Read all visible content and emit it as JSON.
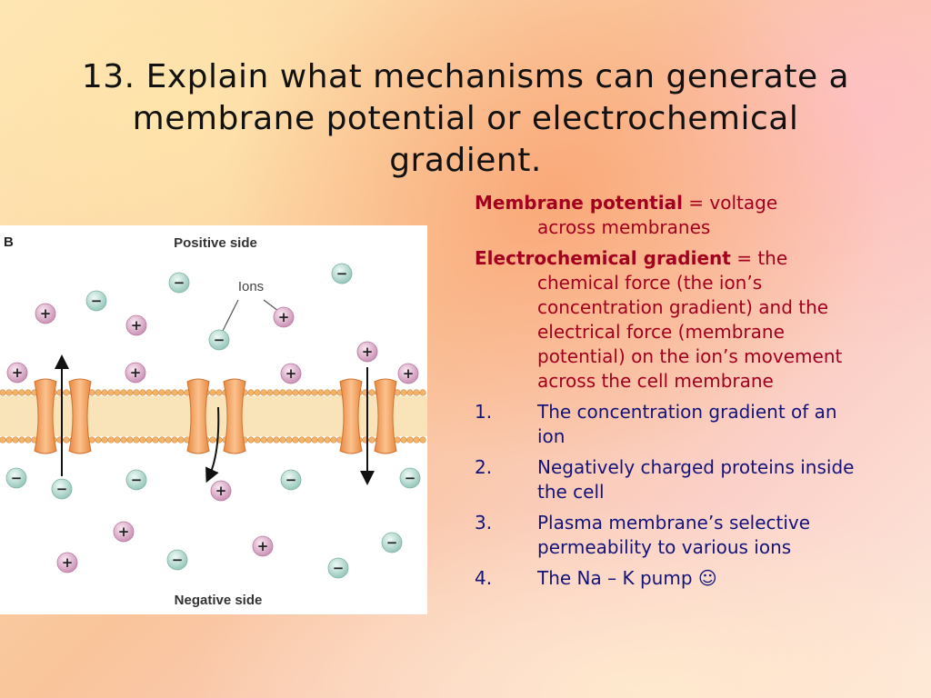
{
  "slide": {
    "title": "13. Explain what mechanisms can generate a membrane potential or electrochemical gradient."
  },
  "figure": {
    "panel_label": "B",
    "top_label": "Positive side",
    "ions_label": "Ions",
    "bottom_label": "Negative side",
    "plus": "+",
    "minus": "−"
  },
  "definitions": [
    {
      "term": "Membrane potential",
      "sep": " = ",
      "lead": "voltage",
      "rest": "across membranes"
    },
    {
      "term": "Electrochemical gradient",
      "sep": " = ",
      "lead": "the",
      "rest": "chemical force (the ion’s concentration gradient) and the electrical force (membrane potential) on the ion’s movement across the cell membrane"
    }
  ],
  "mechanisms": [
    {
      "num": "1.",
      "text": "The concentration gradient of an ion"
    },
    {
      "num": "2.",
      "text": "Negatively charged proteins inside the cell"
    },
    {
      "num": "3.",
      "text": "Plasma membrane’s selective permeability to various ions"
    },
    {
      "num": "4.",
      "text": "The Na – K pump ☺"
    }
  ]
}
